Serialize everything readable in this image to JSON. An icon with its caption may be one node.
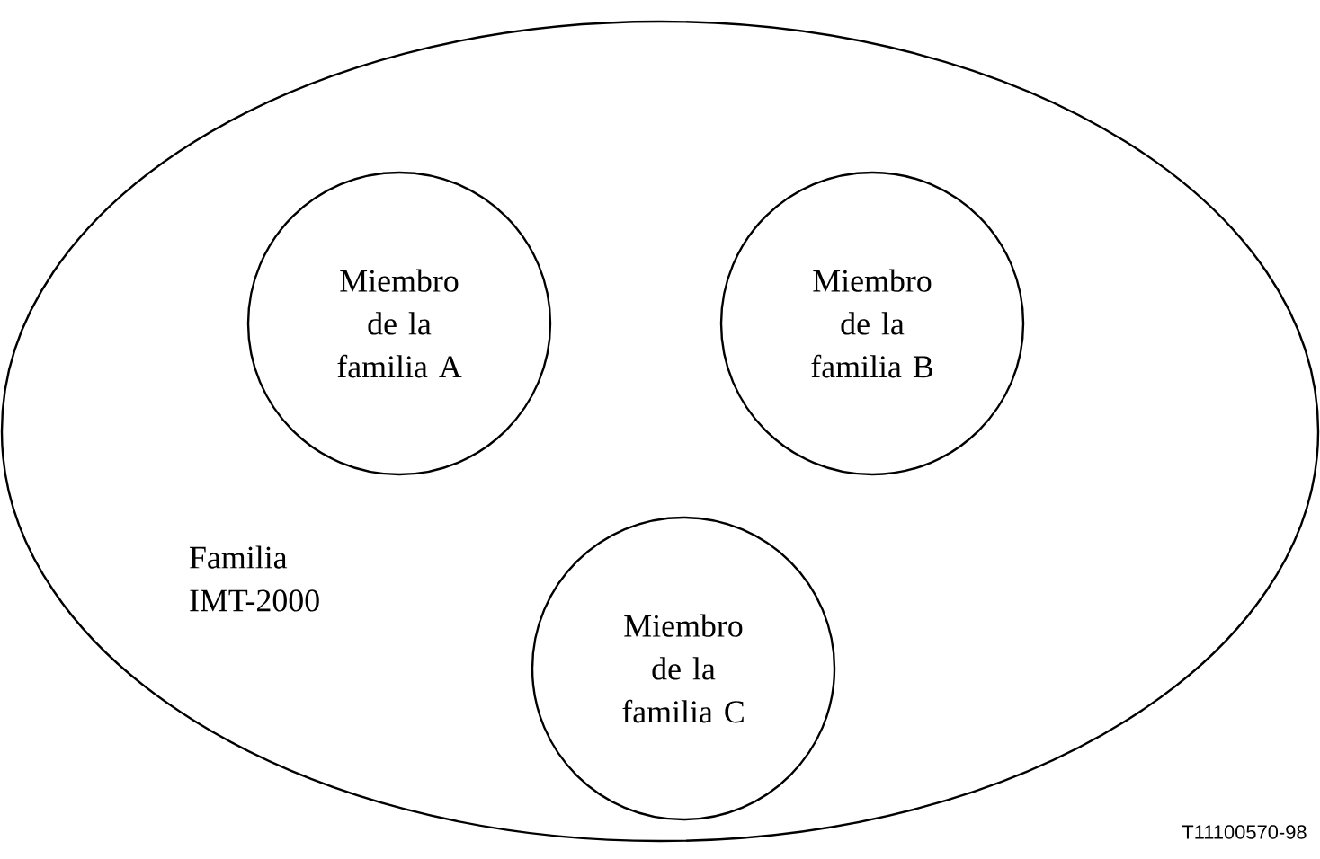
{
  "diagram": {
    "nodes": [
      {
        "text": [
          "Familia IMT-2000"
        ]
      },
      {
        "text": [
          "Miembro de la familia A"
        ],
        "in": 0
      },
      {
        "text": [
          "Miembro de la familia B"
        ],
        "in": 0
      },
      {
        "text": [
          "Miembro de la familia C"
        ],
        "in": 0
      }
    ],
    "labels": [
      "T11100570-98"
    ]
  }
}
